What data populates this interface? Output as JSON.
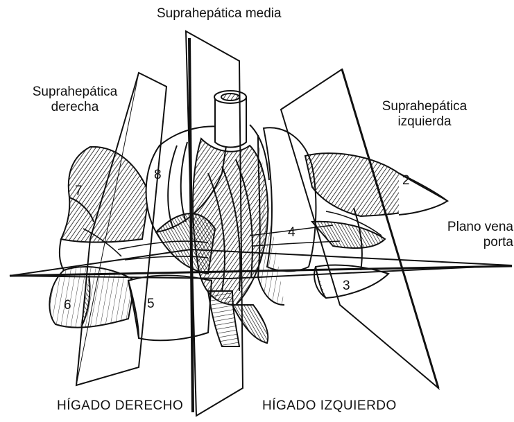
{
  "labels": {
    "suprahepatica_media": "Suprahepática media",
    "suprahepatica_derecha_l1": "Suprahepática",
    "suprahepatica_derecha_l2": "derecha",
    "suprahepatica_izquierda_l1": "Suprahepática",
    "suprahepatica_izquierda_l2": "izquierda",
    "plano_vena_porta_l1": "Plano vena",
    "plano_vena_porta_l2": "porta",
    "higado_derecho": "HÍGADO DERECHO",
    "higado_izquierdo": "HÍGADO IZQUIERDO"
  },
  "segments": {
    "s2": "2",
    "s3": "3",
    "s4": "4",
    "s5": "5",
    "s6": "6",
    "s7": "7",
    "s8": "8"
  },
  "colors": {
    "ink": "#111111",
    "paper": "#ffffff"
  }
}
